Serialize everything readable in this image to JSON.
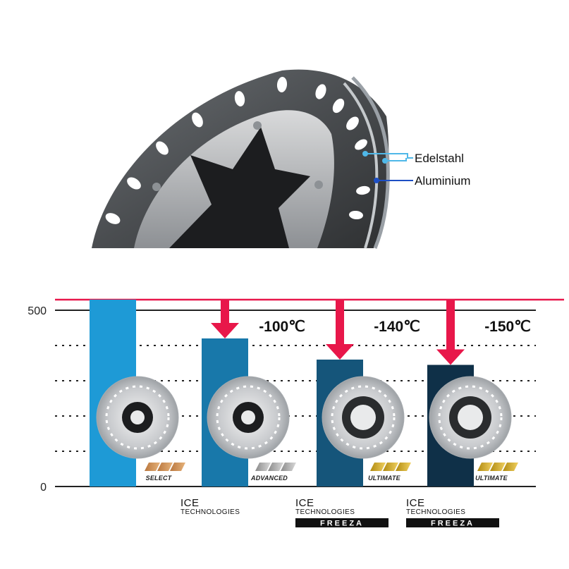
{
  "illustration": {
    "layers": [
      {
        "label": "Edelstahl",
        "color": "#4fb8e8"
      },
      {
        "label": "Aluminium",
        "color": "#1d4fc4"
      }
    ]
  },
  "chart_data": {
    "type": "bar",
    "ylim": [
      0,
      500
    ],
    "yticks": [
      0,
      500
    ],
    "reference_value": 530,
    "reference_color": "#e8174a",
    "grid": "dotted",
    "categories": [
      "SELECT",
      "ADVANCED",
      "ULTIMATE",
      "ULTIMATE"
    ],
    "values": [
      530,
      420,
      360,
      345
    ],
    "bar_colors": [
      "#1e9ad6",
      "#1878aa",
      "#15557a",
      "#0f3048"
    ],
    "badges": [
      {
        "text": "SELECT",
        "tone": "bronze"
      },
      {
        "text": "ADVANCED",
        "tone": "silver"
      },
      {
        "text": "ULTIMATE",
        "tone": "gold"
      },
      {
        "text": "ULTIMATE",
        "tone": "gold"
      }
    ],
    "deltas": [
      null,
      "-100℃",
      "-140℃",
      "-150℃"
    ],
    "technologies": [
      null,
      {
        "line1": "ICE",
        "line2": "TECHNOLOGIES",
        "line3": null
      },
      {
        "line1": "ICE",
        "line2": "TECHNOLOGIES",
        "line3": "FREEZA"
      },
      {
        "line1": "ICE",
        "line2": "TECHNOLOGIES",
        "line3": "FREEZA"
      }
    ]
  }
}
